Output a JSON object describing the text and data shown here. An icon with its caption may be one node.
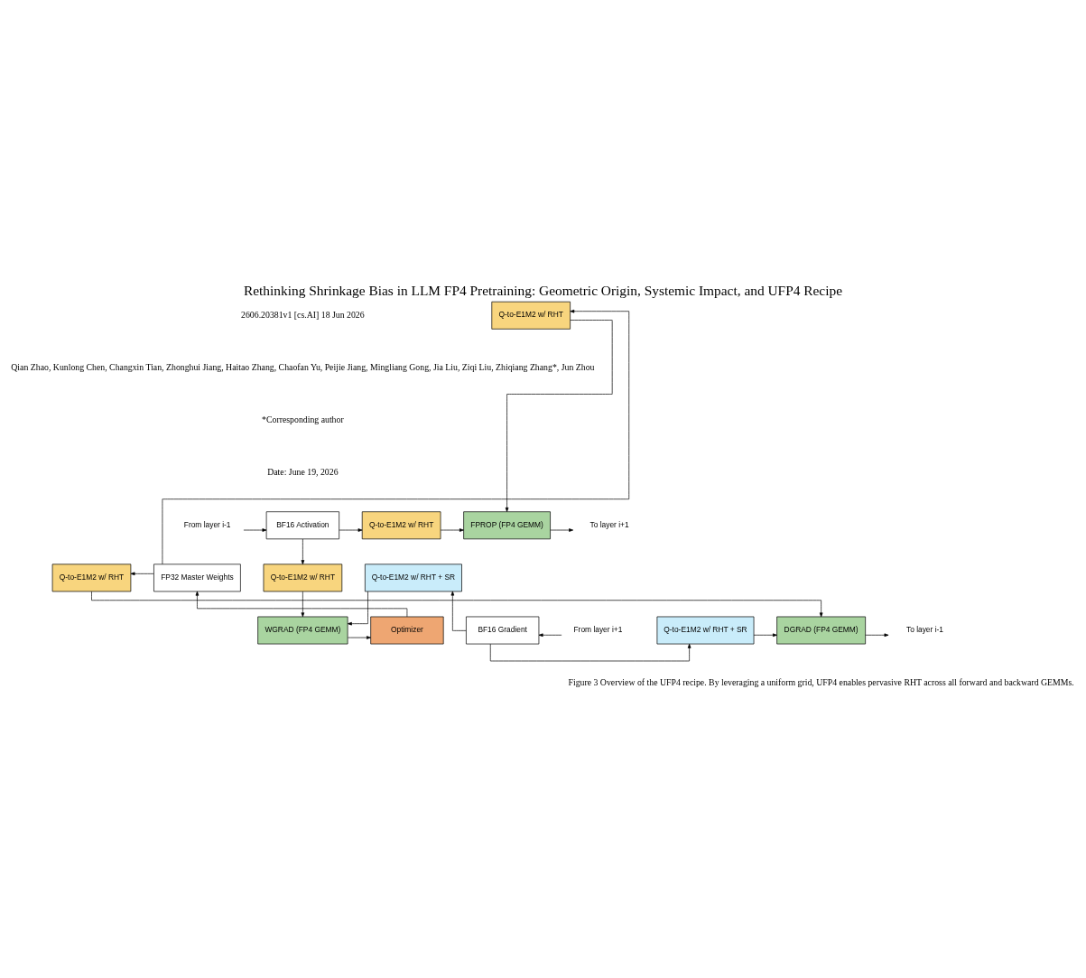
{
  "diagram": {
    "title": "Rethinking Shrinkage Bias in LLM FP4 Pretraining: Geometric Origin, Systemic Impact, and UFP4 Recipe",
    "caption": "Figure 3 Overview of the UFP4 recipe. By leveraging a uniform grid, UFP4 enables pervasive RHT across all forward and backward GEMMs.",
    "nodes": [
      {
        "text": [
          "From layer i-1"
        ]
      },
      {
        "text": [
          "BF16 Activation"
        ]
      },
      {
        "text": [
          "Q-to-E1M2 w/ RHT"
        ]
      },
      {
        "text": [
          "FPROP (FP4 GEMM)"
        ]
      },
      {
        "text": [
          "To layer i+1"
        ]
      },
      {
        "text": [
          "Q-to-E1M2 w/ RHT"
        ]
      },
      {
        "text": [
          "FP32 Master Weights"
        ]
      },
      {
        "text": [
          "Q-to-E1M2 w/ RHT"
        ]
      },
      {
        "text": [
          "Q-to-E1M2 w/ RHT + SR"
        ]
      },
      {
        "text": [
          "Q-to-E1M2 w/ RHT"
        ]
      },
      {
        "text": [
          "Optimizer"
        ]
      },
      {
        "text": [
          "WGRAD (FP4 GEMM)"
        ]
      },
      {
        "text": [
          "To layer i-1"
        ]
      },
      {
        "text": [
          "DGRAD (FP4 GEMM)"
        ]
      },
      {
        "text": [
          "Q-to-E1M2 w/ RHT + SR"
        ]
      },
      {
        "text": [
          "BF16 Gradient"
        ]
      },
      {
        "text": [
          "From layer i+1"
        ]
      }
    ],
    "edges": [
      {
        "from": 0,
        "to": 1,
        "arrow": "to"
      },
      {
        "from": 1,
        "to": 2,
        "arrow": "to"
      },
      {
        "from": 2,
        "to": 3,
        "arrow": "to"
      },
      {
        "from": 3,
        "to": 4,
        "arrow": "to"
      },
      {
        "from": 1,
        "to": 7,
        "arrow": "to"
      },
      {
        "from": 6,
        "to": 5,
        "arrow": "to"
      },
      {
        "from": 5,
        "to": 3,
        "arrow": "to"
      },
      {
        "from": 6,
        "to": 9,
        "arrow": "to"
      },
      {
        "from": 15,
        "to": 8,
        "arrow": "to"
      },
      {
        "from": 7,
        "to": 11,
        "arrow": "to"
      },
      {
        "from": 8,
        "to": 11,
        "arrow": "to"
      },
      {
        "from": 11,
        "to": 10,
        "arrow": "to"
      },
      {
        "from": 10,
        "to": 6,
        "arrow": "to"
      },
      {
        "from": 9,
        "to": 13,
        "arrow": "to"
      },
      {
        "from": 16,
        "to": 15,
        "arrow": "to"
      },
      {
        "from": 15,
        "to": 14,
        "arrow": "to"
      },
      {
        "from": 14,
        "to": 13,
        "arrow": "to"
      },
      {
        "from": 13,
        "to": 12,
        "arrow": "to"
      }
    ],
    "labels": [
      "2606.20381v1 [cs.AI] 18 Jun 2026",
      "Qian Zhao, Kunlong Chen, Changxin Tian, Zhonghui Jiang, Haitao Zhang, Chaofan Yu, Peijie Jiang, Mingliang Gong, Jia Liu, Ziqi Liu, Zhiqiang Zhang*, Jun Zhou",
      "*Corresponding author",
      "Date: June 19, 2026"
    ]
  }
}
